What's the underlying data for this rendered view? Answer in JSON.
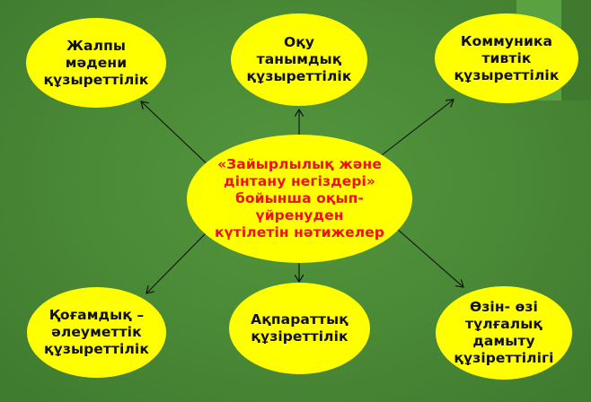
{
  "diagram": {
    "center": {
      "label": "«Зайырлылық және\nдінтану негіздері»\nбойынша  оқып-\nүйренуден\nкүтілетін нәтижелер",
      "fill": "#ffff00",
      "text_color": "#ee1111"
    },
    "nodes": [
      {
        "id": "top-left",
        "label": "Жалпы\nмәдени\nқұзыреттілік"
      },
      {
        "id": "top-center",
        "label": "Оқу\nтанымдық\nқұзыреттілік"
      },
      {
        "id": "top-right",
        "label": "Коммуника\nтивтік\nқұзыреттілік"
      },
      {
        "id": "bottom-left",
        "label": "Қоғамдық –\nәлеуметтік\nқұзыреттілік"
      },
      {
        "id": "bottom-center",
        "label": "Ақпараттық\nқұзіреттілік"
      },
      {
        "id": "bottom-right",
        "label": "Өзін- өзі\nтұлғалық\nдамыту\nқұзіреттілігі"
      }
    ],
    "edges": [
      {
        "from": "center",
        "to": "top-left"
      },
      {
        "from": "center",
        "to": "top-center"
      },
      {
        "from": "center",
        "to": "top-right"
      },
      {
        "from": "center",
        "to": "bottom-left"
      },
      {
        "from": "center",
        "to": "bottom-center"
      },
      {
        "from": "center",
        "to": "bottom-right"
      }
    ],
    "colors": {
      "background": "#4a8a36",
      "node_fill": "#ffff00",
      "node_text": "#111111",
      "arrow": "#111111"
    }
  }
}
